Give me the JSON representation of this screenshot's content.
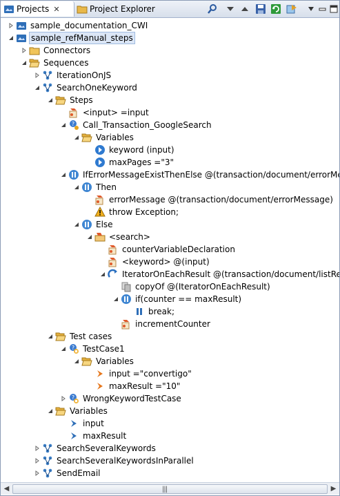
{
  "tabs": {
    "projects": {
      "label": "Projects",
      "close": "✕"
    },
    "explorer": {
      "label": "Project Explorer"
    }
  },
  "toolbar": {
    "search": "⚲",
    "down": "▼",
    "up": "▲",
    "menu": "▽"
  },
  "tree": [
    {
      "label": "sample_documentation_CWI",
      "depth": 0,
      "expander": "collapsed",
      "icon": "project-icon"
    },
    {
      "label": "sample_refManual_steps",
      "depth": 0,
      "expander": "expanded",
      "icon": "project-icon",
      "selected": true
    },
    {
      "label": "Connectors",
      "depth": 1,
      "expander": "collapsed",
      "icon": "folder-icon"
    },
    {
      "label": "Sequences",
      "depth": 1,
      "expander": "expanded",
      "icon": "folder-open-icon"
    },
    {
      "label": "IterationOnJS",
      "depth": 2,
      "expander": "collapsed",
      "icon": "sequence-icon"
    },
    {
      "label": "SearchOneKeyword",
      "depth": 2,
      "expander": "expanded",
      "icon": "sequence-icon"
    },
    {
      "label": "Steps",
      "depth": 3,
      "expander": "expanded",
      "icon": "folder-open-icon"
    },
    {
      "label": "<input> =input",
      "depth": 4,
      "expander": "none",
      "icon": "js-step-icon"
    },
    {
      "label": "Call_Transaction_GoogleSearch",
      "depth": 4,
      "expander": "expanded",
      "icon": "call-transaction-icon"
    },
    {
      "label": "Variables",
      "depth": 5,
      "expander": "expanded",
      "icon": "folder-open-icon"
    },
    {
      "label": "keyword (input)",
      "depth": 6,
      "expander": "none",
      "icon": "variable-blue-icon"
    },
    {
      "label": "maxPages =\"3\"",
      "depth": 6,
      "expander": "none",
      "icon": "variable-blue-icon"
    },
    {
      "label": "IfErrorMessageExistThenElse @(transaction/document/errorMessage)",
      "depth": 4,
      "expander": "expanded",
      "icon": "if-icon"
    },
    {
      "label": "Then",
      "depth": 5,
      "expander": "expanded",
      "icon": "if-icon"
    },
    {
      "label": "errorMessage @(transaction/document/errorMessage)",
      "depth": 6,
      "expander": "none",
      "icon": "js-step-icon"
    },
    {
      "label": "throw Exception;",
      "depth": 6,
      "expander": "none",
      "icon": "warning-icon"
    },
    {
      "label": "Else",
      "depth": 5,
      "expander": "expanded",
      "icon": "if-icon"
    },
    {
      "label": "<search>",
      "depth": 6,
      "expander": "expanded",
      "icon": "element-icon"
    },
    {
      "label": "counterVariableDeclaration",
      "depth": 7,
      "expander": "none",
      "icon": "js-step-icon"
    },
    {
      "label": "<keyword> @(input)",
      "depth": 7,
      "expander": "none",
      "icon": "js-step-icon"
    },
    {
      "label": "IteratorOnEachResult @(transaction/document/listResults/",
      "depth": 7,
      "expander": "expanded",
      "icon": "iterator-icon"
    },
    {
      "label": "copyOf @(IteratorOnEachResult)",
      "depth": 8,
      "expander": "none",
      "icon": "copy-icon"
    },
    {
      "label": "if(counter == maxResult)",
      "depth": 8,
      "expander": "expanded",
      "icon": "if-icon"
    },
    {
      "label": "break;",
      "depth": 9,
      "expander": "none",
      "icon": "break-icon"
    },
    {
      "label": "incrementCounter",
      "depth": 8,
      "expander": "none",
      "icon": "js-step-icon"
    },
    {
      "label": "Test cases",
      "depth": 3,
      "expander": "expanded",
      "icon": "folder-open-icon"
    },
    {
      "label": "TestCase1",
      "depth": 4,
      "expander": "expanded",
      "icon": "testcase-icon"
    },
    {
      "label": "Variables",
      "depth": 5,
      "expander": "expanded",
      "icon": "folder-open-icon"
    },
    {
      "label": "input =\"convertigo\"",
      "depth": 6,
      "expander": "none",
      "icon": "variable-orange-icon"
    },
    {
      "label": "maxResult =\"10\"",
      "depth": 6,
      "expander": "none",
      "icon": "variable-orange-icon"
    },
    {
      "label": "WrongKeywordTestCase",
      "depth": 4,
      "expander": "collapsed",
      "icon": "testcase-icon"
    },
    {
      "label": "Variables",
      "depth": 3,
      "expander": "expanded",
      "icon": "folder-open-icon"
    },
    {
      "label": "input",
      "depth": 4,
      "expander": "none",
      "icon": "variable-chevron-icon"
    },
    {
      "label": "maxResult",
      "depth": 4,
      "expander": "none",
      "icon": "variable-chevron-icon"
    },
    {
      "label": "SearchSeveralKeywords",
      "depth": 2,
      "expander": "collapsed",
      "icon": "sequence-icon"
    },
    {
      "label": "SearchSeveralKeywordsInParallel",
      "depth": 2,
      "expander": "collapsed",
      "icon": "sequence-icon"
    },
    {
      "label": "SendEmail",
      "depth": 2,
      "expander": "collapsed",
      "icon": "sequence-icon"
    }
  ],
  "scrollbar": {
    "left": "◀",
    "right": "▶",
    "grip": "|||"
  },
  "colors": {
    "accent": "#1e61b5",
    "folder": "#e8b84a",
    "selection": "#dbe6f6"
  }
}
